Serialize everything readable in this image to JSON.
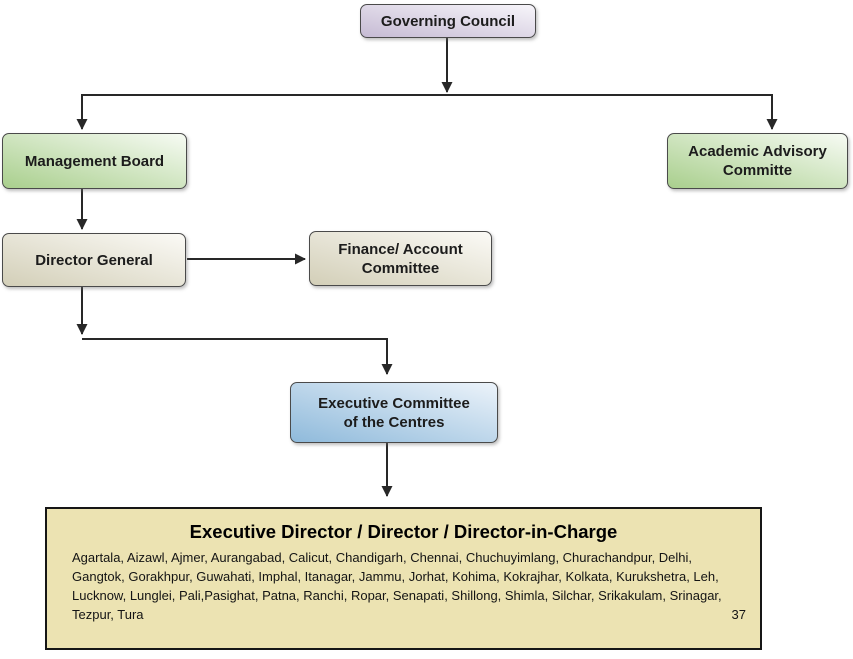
{
  "org_chart": {
    "nodes": {
      "governing_council": {
        "label": "Governing Council"
      },
      "management_board": {
        "label": "Management Board"
      },
      "academic_advisory_committe": {
        "lines": [
          "Academic Advisory",
          "Committe"
        ]
      },
      "director_general": {
        "label": "Director General"
      },
      "finance_account_committee": {
        "lines": [
          "Finance/ Account",
          "Committee"
        ]
      },
      "executive_committee_of_the_centres": {
        "lines": [
          "Executive Committee",
          "of the Centres"
        ]
      },
      "executive_director_block": {
        "title": "Executive Director / Director / Director-in-Charge",
        "centres_lines": [
          "Agartala, Aizawl, Ajmer, Aurangabad, Calicut, Chandigarh, Chennai, Chuchuyimlang, Churachandpur, Delhi,",
          "Gangtok, Gorakhpur, Guwahati, Imphal, Itanagar, Jammu, Jorhat, Kohima, Kokrajhar, Kolkata, Kurukshetra, Leh,",
          "Lucknow, Lunglei, Pali,Pasighat, Patna, Ranchi, Ropar, Senapati, Shillong, Shimla, Silchar, Srikakulam, Srinagar,",
          "Tezpur, Tura"
        ],
        "page_number": "37"
      }
    },
    "colors": {
      "purple_gradient_start": "#c6bbd4",
      "purple_gradient_end": "#f7f5fa",
      "green_gradient_start": "#a9cf8d",
      "green_gradient_end": "#f7fbf4",
      "tan_gradient_start": "#d3cfb8",
      "tan_gradient_end": "#fbfaf6",
      "blue_gradient_start": "#8fbadb",
      "blue_gradient_end": "#ecf3fa",
      "bottom_box_fill": "#ece3b2",
      "node_border": "#4a4a4a",
      "arrow": "#282828"
    }
  }
}
